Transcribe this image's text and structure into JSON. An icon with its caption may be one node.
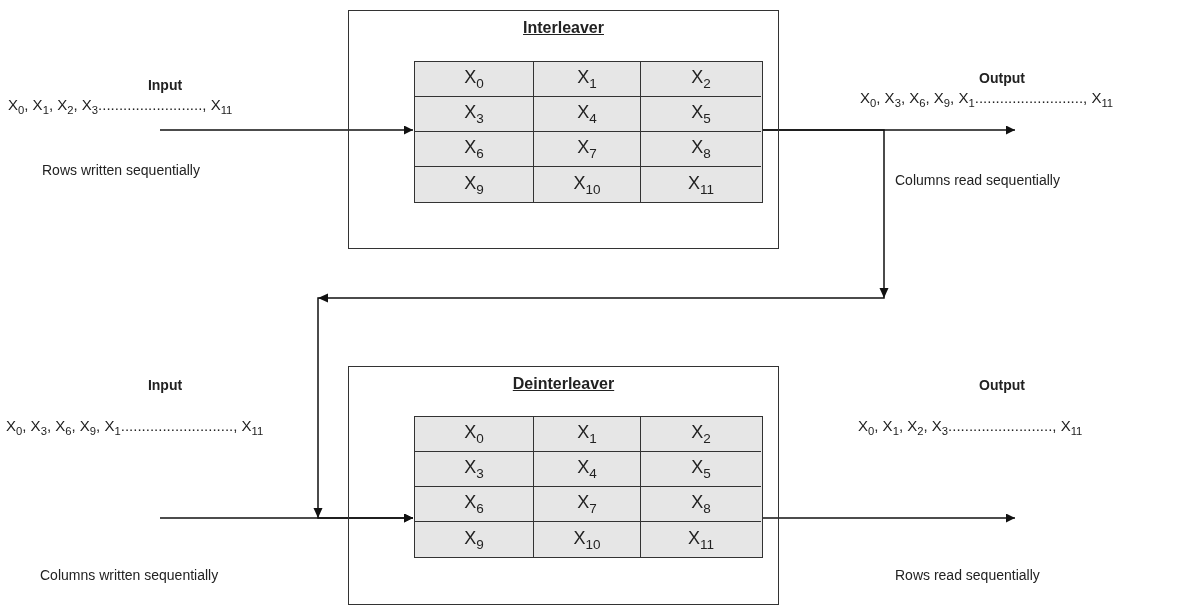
{
  "diagram": {
    "nodes": [
      {
        "text": [
          "Interleaver"
        ]
      },
      {
        "text": [
          "X$_{0}$",
          "X$_{1}$",
          "X$_{2}$",
          "X$_{3}$",
          "X$_{4}$",
          "X$_{5}$",
          "X$_{6}$",
          "X$_{7}$",
          "X$_{8}$",
          "X$_{9}$",
          "X$_{10}$",
          "X$_{11}$"
        ],
        "in": 0
      },
      {
        "text": [
          "Deinterleaver"
        ]
      },
      {
        "text": [
          "X$_{0}$",
          "X$_{1}$",
          "X$_{2}$",
          "X$_{3}$",
          "X$_{4}$",
          "X$_{5}$",
          "X$_{6}$",
          "X$_{7}$",
          "X$_{8}$",
          "X$_{9}$",
          "X$_{10}$",
          "X$_{11}$"
        ],
        "in": 2
      }
    ],
    "edges": [
      {
        "from": null,
        "to": 1,
        "arrow": "to"
      },
      {
        "from": 1,
        "to": null,
        "arrow": "to"
      },
      {
        "from": 1,
        "to": 3,
        "arrow": "to"
      },
      {
        "from": null,
        "to": 3,
        "arrow": "to"
      },
      {
        "from": 3,
        "to": null,
        "arrow": "to"
      }
    ],
    "labels": [
      "Input",
      "X$_{0}$, X$_{1}$, X$_{2}$, X$_{3}$........................., X$_{11}$",
      "Rows written sequentially",
      "Output",
      "X$_{0}$, X$_{3}$, X$_{6}$, X$_{9}$, X$_{1}$.........................., X$_{11}$",
      "Columns read sequentially",
      "Input",
      "X$_{0}$, X$_{3}$, X$_{6}$, X$_{9}$, X$_{1}$..........................., X$_{11}$",
      "Columns written sequentially",
      "Output",
      "X$_{0}$, X$_{1}$, X$_{2}$, X$_{3}$........................., X$_{11}$",
      "Rows read sequentially"
    ]
  }
}
